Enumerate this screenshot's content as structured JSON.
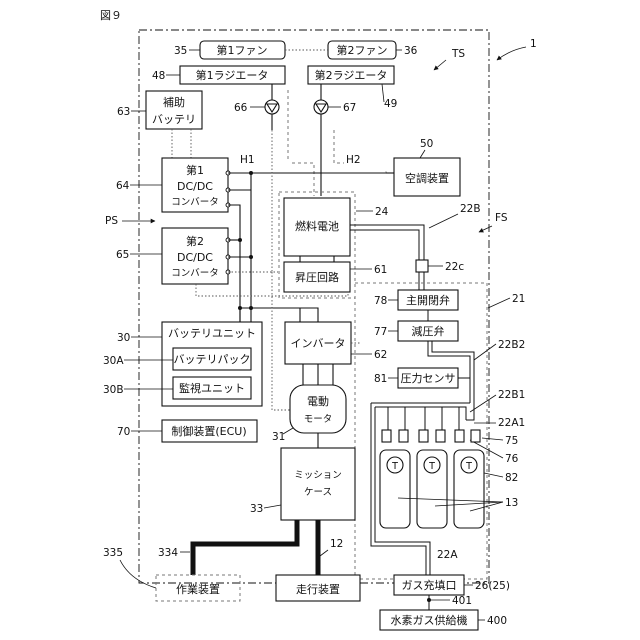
{
  "figure_label": "図９",
  "labels": {
    "fan1": "第1ファン",
    "fan2": "第2ファン",
    "rad1": "第1ラジエータ",
    "rad2": "第2ラジエータ",
    "aux_battery_1": "補助",
    "aux_battery_2": "バッテリ",
    "dcdc1_1": "第1",
    "dcdc1_2": "DC/DC",
    "dcdc1_3": "コンバータ",
    "dcdc2_1": "第2",
    "dcdc2_2": "DC/DC",
    "dcdc2_3": "コンバータ",
    "ac": "空調装置",
    "fc": "燃料電池",
    "boost": "昇圧回路",
    "main_valve": "主開閉弁",
    "reg_valve": "減圧弁",
    "pressure_sensor": "圧力センサ",
    "battery_unit": "バッテリユニット",
    "battery_pack": "バッテリパック",
    "monitor_unit": "監視ユニット",
    "inverter": "インバータ",
    "motor_1": "電動",
    "motor_2": "モータ",
    "ecu": "制御装置(ECU)",
    "mission_1": "ミッション",
    "mission_2": "ケース",
    "work": "作業装置",
    "travel": "走行装置",
    "fill_port": "ガス充填口",
    "supply": "水素ガス供給機",
    "tank_t": "T"
  },
  "refs": {
    "r1": "1",
    "ts": "TS",
    "fs": "FS",
    "ps": "PS",
    "r35": "35",
    "r36": "36",
    "r48": "48",
    "r49": "49",
    "r63": "63",
    "r66": "66",
    "r67": "67",
    "r50": "50",
    "h1": "H1",
    "h2": "H2",
    "r64": "64",
    "r65": "65",
    "r24": "24",
    "r22b": "22B",
    "r61": "61",
    "r22c": "22c",
    "r21": "21",
    "r78": "78",
    "r77": "77",
    "r22b2": "22B2",
    "r81": "81",
    "r30": "30",
    "r30a": "30A",
    "r30b": "30B",
    "r62": "62",
    "r22b1": "22B1",
    "r22a1": "22A1",
    "r75": "75",
    "r76": "76",
    "r82": "82",
    "r13": "13",
    "r70": "70",
    "r31": "31",
    "r33": "33",
    "r22a": "22A",
    "r335": "335",
    "r334": "334",
    "r12": "12",
    "r26": "26(25)",
    "r401": "401",
    "r400": "400"
  }
}
